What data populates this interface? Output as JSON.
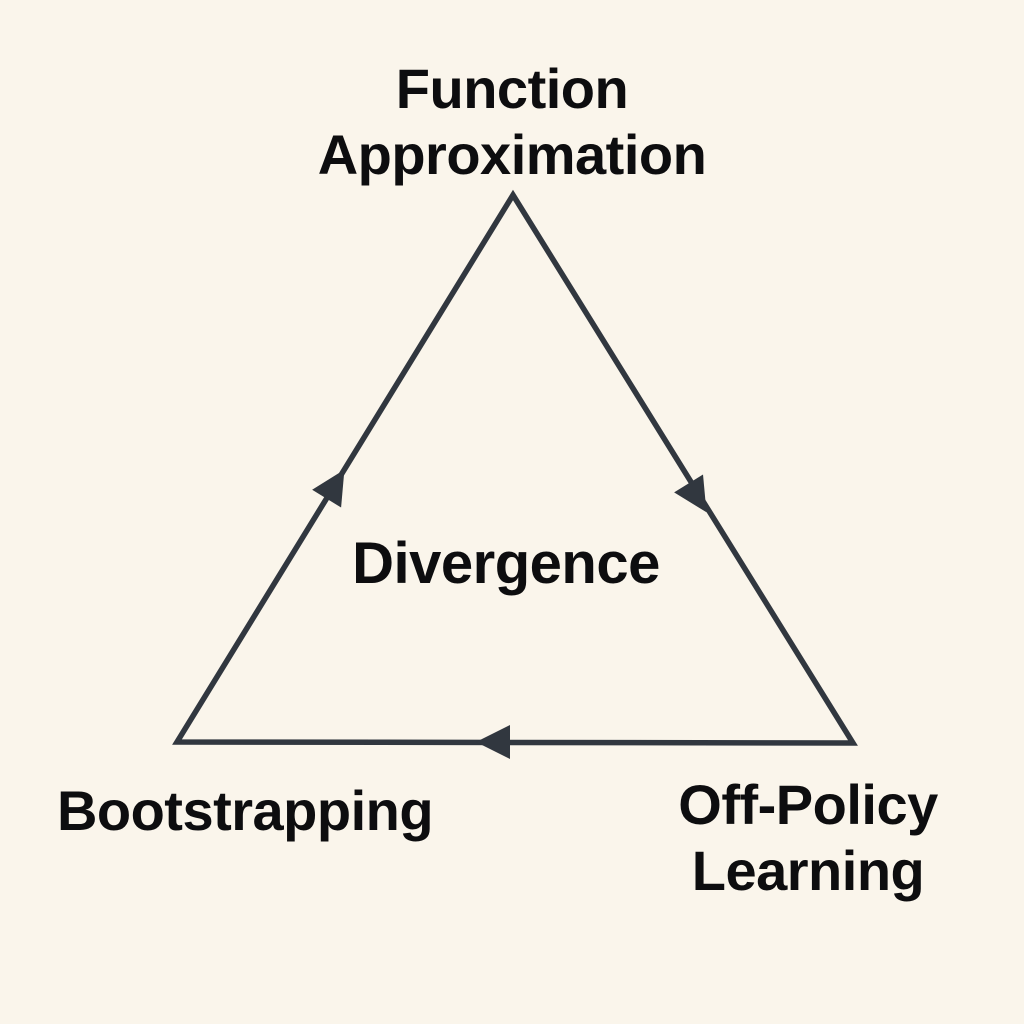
{
  "diagram": {
    "type": "directed-triangle-cycle",
    "center": {
      "label": "Divergence"
    },
    "nodes": {
      "top": {
        "line1": "Function",
        "line2": "Approximation",
        "full": "Function Approximation"
      },
      "bottom_left": {
        "line1": "Bootstrapping",
        "full": "Bootstrapping"
      },
      "bottom_right": {
        "line1": "Off-Policy",
        "line2": "Learning",
        "full": "Off-Policy Learning"
      }
    },
    "edges": [
      {
        "from": "Bootstrapping",
        "to": "Function Approximation",
        "arrow": "midpoint, pointing up toward apex"
      },
      {
        "from": "Function Approximation",
        "to": "Off-Policy Learning",
        "arrow": "midpoint, pointing down toward bottom-right"
      },
      {
        "from": "Off-Policy Learning",
        "to": "Bootstrapping",
        "arrow": "midpoint, pointing left"
      }
    ],
    "colors": {
      "background": "#FAF5EB",
      "line": "#31373F",
      "text": "#0D0D0F"
    }
  }
}
